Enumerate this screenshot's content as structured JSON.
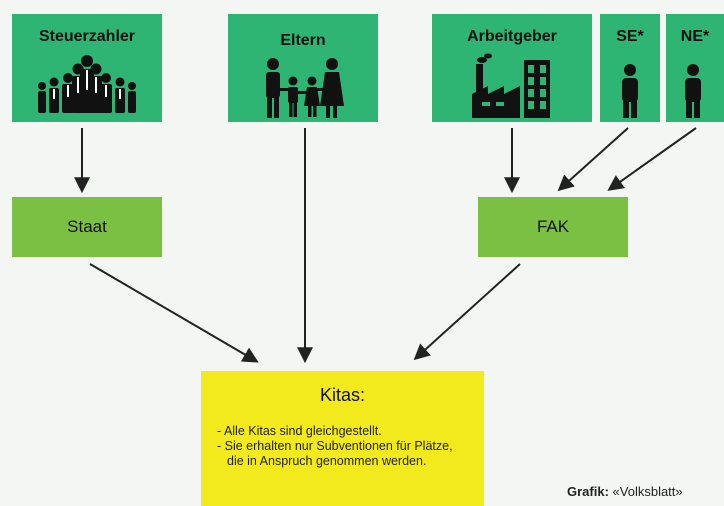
{
  "sources": {
    "steuerzahler": "Steuerzahler",
    "eltern": "Eltern",
    "arbeitgeber": "Arbeitgeber",
    "se": "SE*",
    "ne": "NE*"
  },
  "intermediaries": {
    "staat": "Staat",
    "fak": "FAK"
  },
  "kitas": {
    "title": "Kitas:",
    "points": [
      "- Alle Kitas sind gleichgestellt.",
      "- Sie erhalten nur Subventionen für Plätze, die in Anspruch genommen werden."
    ]
  },
  "credit": {
    "label": "Grafik:",
    "source": "«Volksblatt»"
  },
  "colors": {
    "source_box": "#2fb573",
    "intermediary_box": "#7bc043",
    "kitas_box": "#f2ea1d",
    "icons": "#111111",
    "arrows": "#222222",
    "background": "#f4f6f4"
  },
  "icons": [
    "crowd-icon",
    "family-icon",
    "factory-icon",
    "person-icon"
  ]
}
